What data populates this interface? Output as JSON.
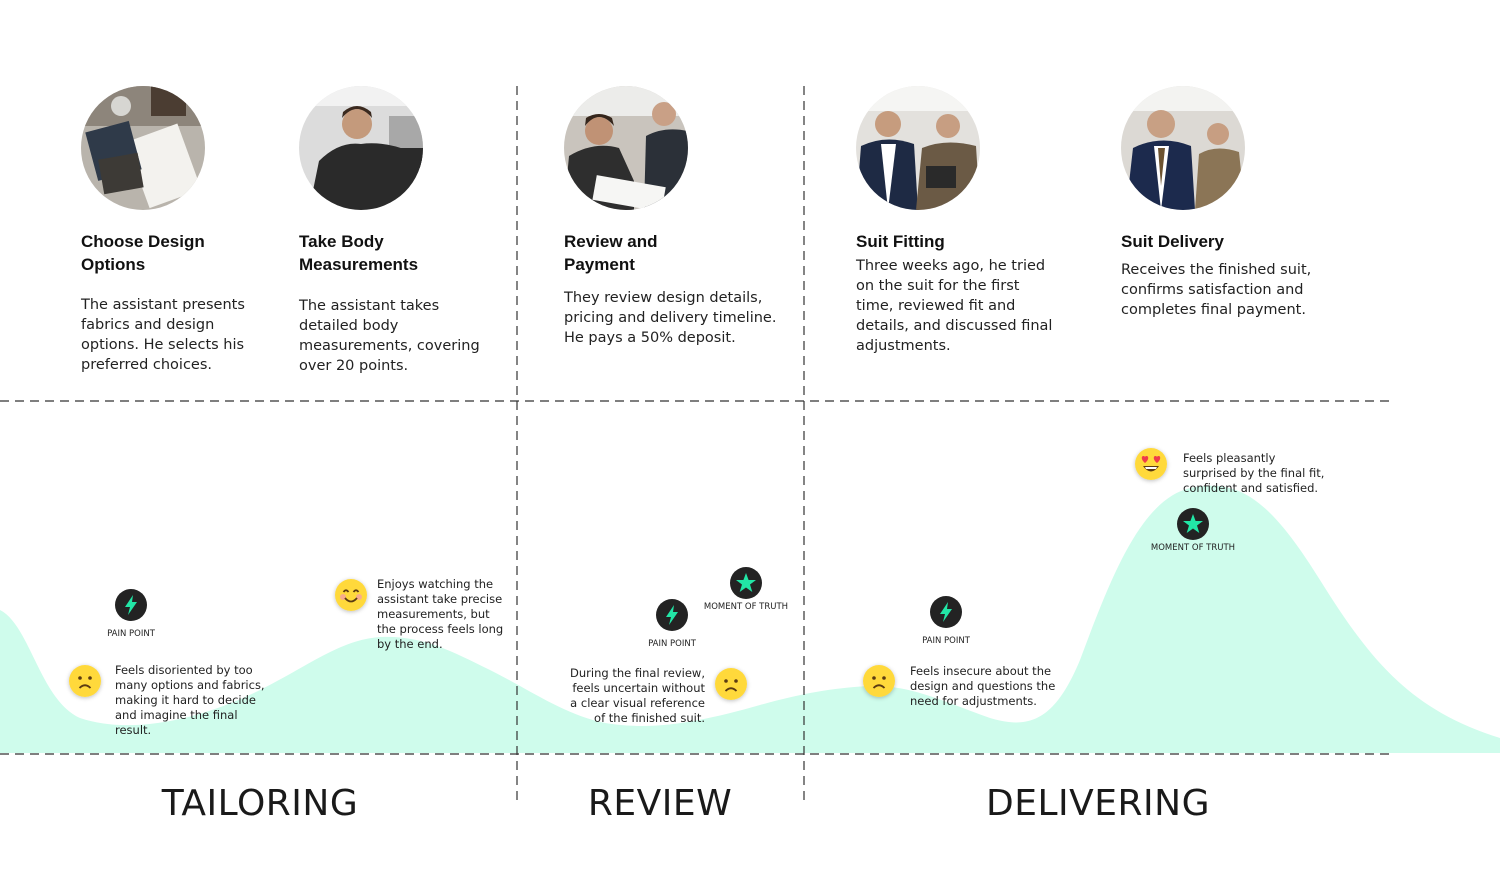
{
  "colors": {
    "curve_fill": "#cffcec",
    "badge_bg": "#232323",
    "badge_icon": "#22e6a6",
    "emoji_face": "#ffd93b",
    "divider": "#333333"
  },
  "steps": [
    {
      "title": "Choose Design Options",
      "description": "The assistant presents fabrics and design options. He selects his preferred choices."
    },
    {
      "title": "Take Body Measurements",
      "description": "The assistant takes detailed body measurements, covering over 20 points."
    },
    {
      "title": "Review and Payment",
      "description": "They review design details, pricing and delivery timeline. He pays a 50% deposit."
    },
    {
      "title": "Suit Fitting",
      "description": "Three weeks ago, he tried on the suit for the first time, reviewed fit and details, and discussed final adjustments."
    },
    {
      "title": "Suit Delivery",
      "description": "Receives the finished suit, confirms satisfaction and completes final payment."
    }
  ],
  "emotions": [
    {
      "icon": "sad-face-icon",
      "text": "Feels disoriented by too many options and fabrics, making it hard to decide and imagine the final result."
    },
    {
      "icon": "happy-face-icon",
      "text": "Enjoys watching the assistant take precise measurements, but the process feels long by the end."
    },
    {
      "icon": "sad-face-icon",
      "text": "During the final review, feels uncertain without a clear visual reference of the finished suit."
    },
    {
      "icon": "sad-face-icon",
      "text": "Feels insecure about the design and questions the need for adjustments."
    },
    {
      "icon": "heart-eyes-face-icon",
      "text": "Feels pleasantly surprised by the final fit, confident and satisfied."
    }
  ],
  "markers": [
    {
      "icon": "lightning-icon",
      "label": "PAIN POINT"
    },
    {
      "icon": "lightning-icon",
      "label": "PAIN POINT"
    },
    {
      "icon": "star-icon",
      "label": "MOMENT OF TRUTH"
    },
    {
      "icon": "lightning-icon",
      "label": "PAIN POINT"
    },
    {
      "icon": "star-icon",
      "label": "MOMENT OF TRUTH"
    }
  ],
  "phases": [
    "TAILORING",
    "REVIEW",
    "DELIVERING"
  ]
}
